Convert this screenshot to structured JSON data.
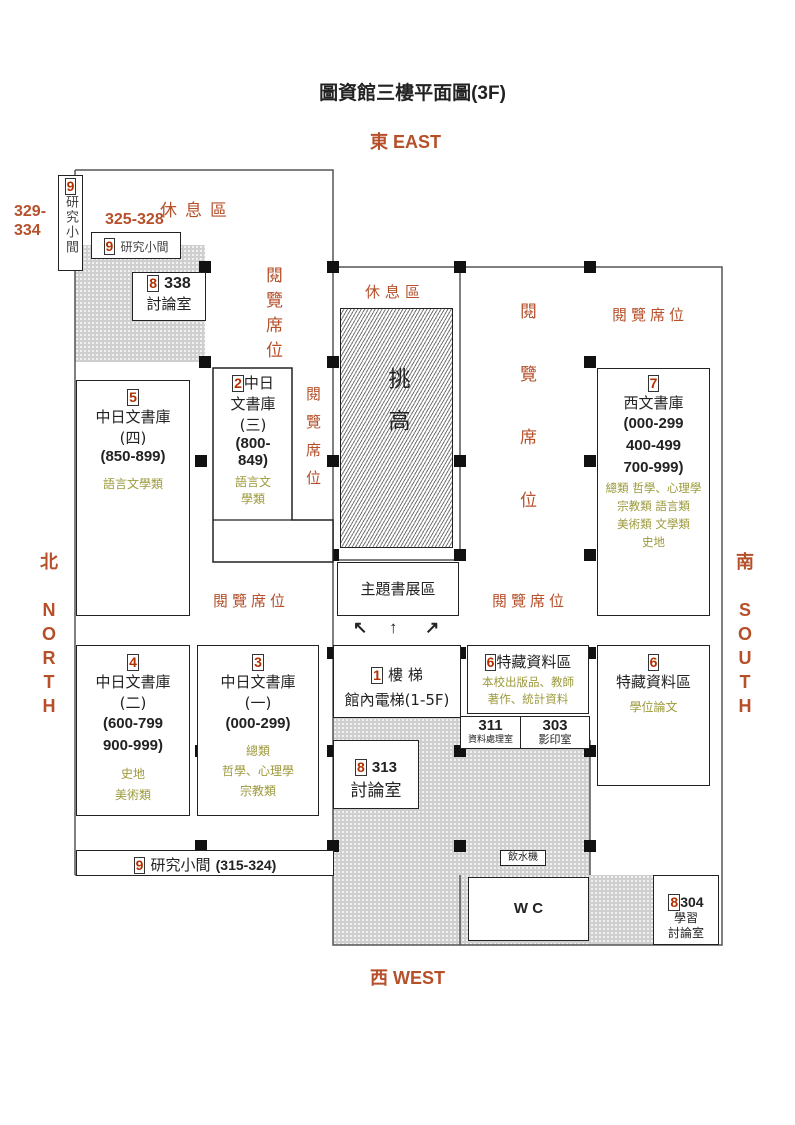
{
  "title": "圖資館三樓平面圖(3F)",
  "directions": {
    "east": "東 EAST",
    "west": "西 WEST",
    "north_cn": "北",
    "north_en": [
      "N",
      "O",
      "R",
      "T",
      "H"
    ],
    "south_cn": "南",
    "south_en": [
      "S",
      "O",
      "U",
      "T",
      "H"
    ]
  },
  "colors": {
    "label_brown": "#b5502a",
    "category_olive": "#9c9a3c",
    "number_red": "#b33000"
  },
  "areas": {
    "rest_area": "休息區",
    "reading_seats": "閱覽席位",
    "atrium": "挑高",
    "theme_exhibit": "主題書展區",
    "water_dispenser": "飲水機",
    "wc": "W C"
  },
  "rooms": {
    "study_329": {
      "num": "9",
      "name": "研究小間",
      "range": "329-334"
    },
    "study_325": {
      "num": "9",
      "name": "研究小間",
      "range": "325-328"
    },
    "room_338": {
      "num": "8",
      "code": "338",
      "name": "討論室"
    },
    "stack_5": {
      "num": "5",
      "name": "中日文書庫",
      "sub": "(四)",
      "range": "(850-899)",
      "cats": "語言文學類"
    },
    "stack_2": {
      "num": "2",
      "name1": "中日",
      "name2": "文書庫",
      "sub": "(三)",
      "range1": "(800-",
      "range2": "849)",
      "cats1": "語言文",
      "cats2": "學類"
    },
    "stack_7": {
      "num": "7",
      "name": "西文書庫",
      "r1": "(000-299",
      "r2": "400-499",
      "r3": "700-999)",
      "c1": "總類 哲學、心理學",
      "c2": "宗教類 語言類",
      "c3": "美術類 文學類",
      "c4": "史地"
    },
    "stack_4": {
      "num": "4",
      "name": "中日文書庫",
      "sub": "(二)",
      "r1": "(600-799",
      "r2": "900-999)",
      "c1": "史地",
      "c2": "美術類"
    },
    "stack_3": {
      "num": "3",
      "name": "中日文書庫",
      "sub": "(一)",
      "range": "(000-299)",
      "c1": "總類",
      "c2": "哲學、心理學",
      "c3": "宗教類"
    },
    "stairs": {
      "num": "1",
      "name": "樓 梯",
      "elevator": "館內電梯(1-5F)"
    },
    "special_6a": {
      "num": "6",
      "name": "特藏資料區",
      "c1": "本校出版品、教師",
      "c2": "著作、統計資料"
    },
    "special_6b": {
      "num": "6",
      "name": "特藏資料區",
      "c1": "學位論文"
    },
    "room_311": {
      "code": "311",
      "name": "資料處理室"
    },
    "room_303": {
      "code": "303",
      "name": "影印室"
    },
    "room_313": {
      "num": "8",
      "code": "313",
      "name": "討論室"
    },
    "study_315": {
      "num": "9",
      "name": "研究小間",
      "range": "(315-324)"
    },
    "room_304": {
      "num": "8",
      "code": "304",
      "name1": "學習",
      "name2": "討論室"
    }
  },
  "arrows": [
    "↖",
    "↑",
    "↗"
  ]
}
